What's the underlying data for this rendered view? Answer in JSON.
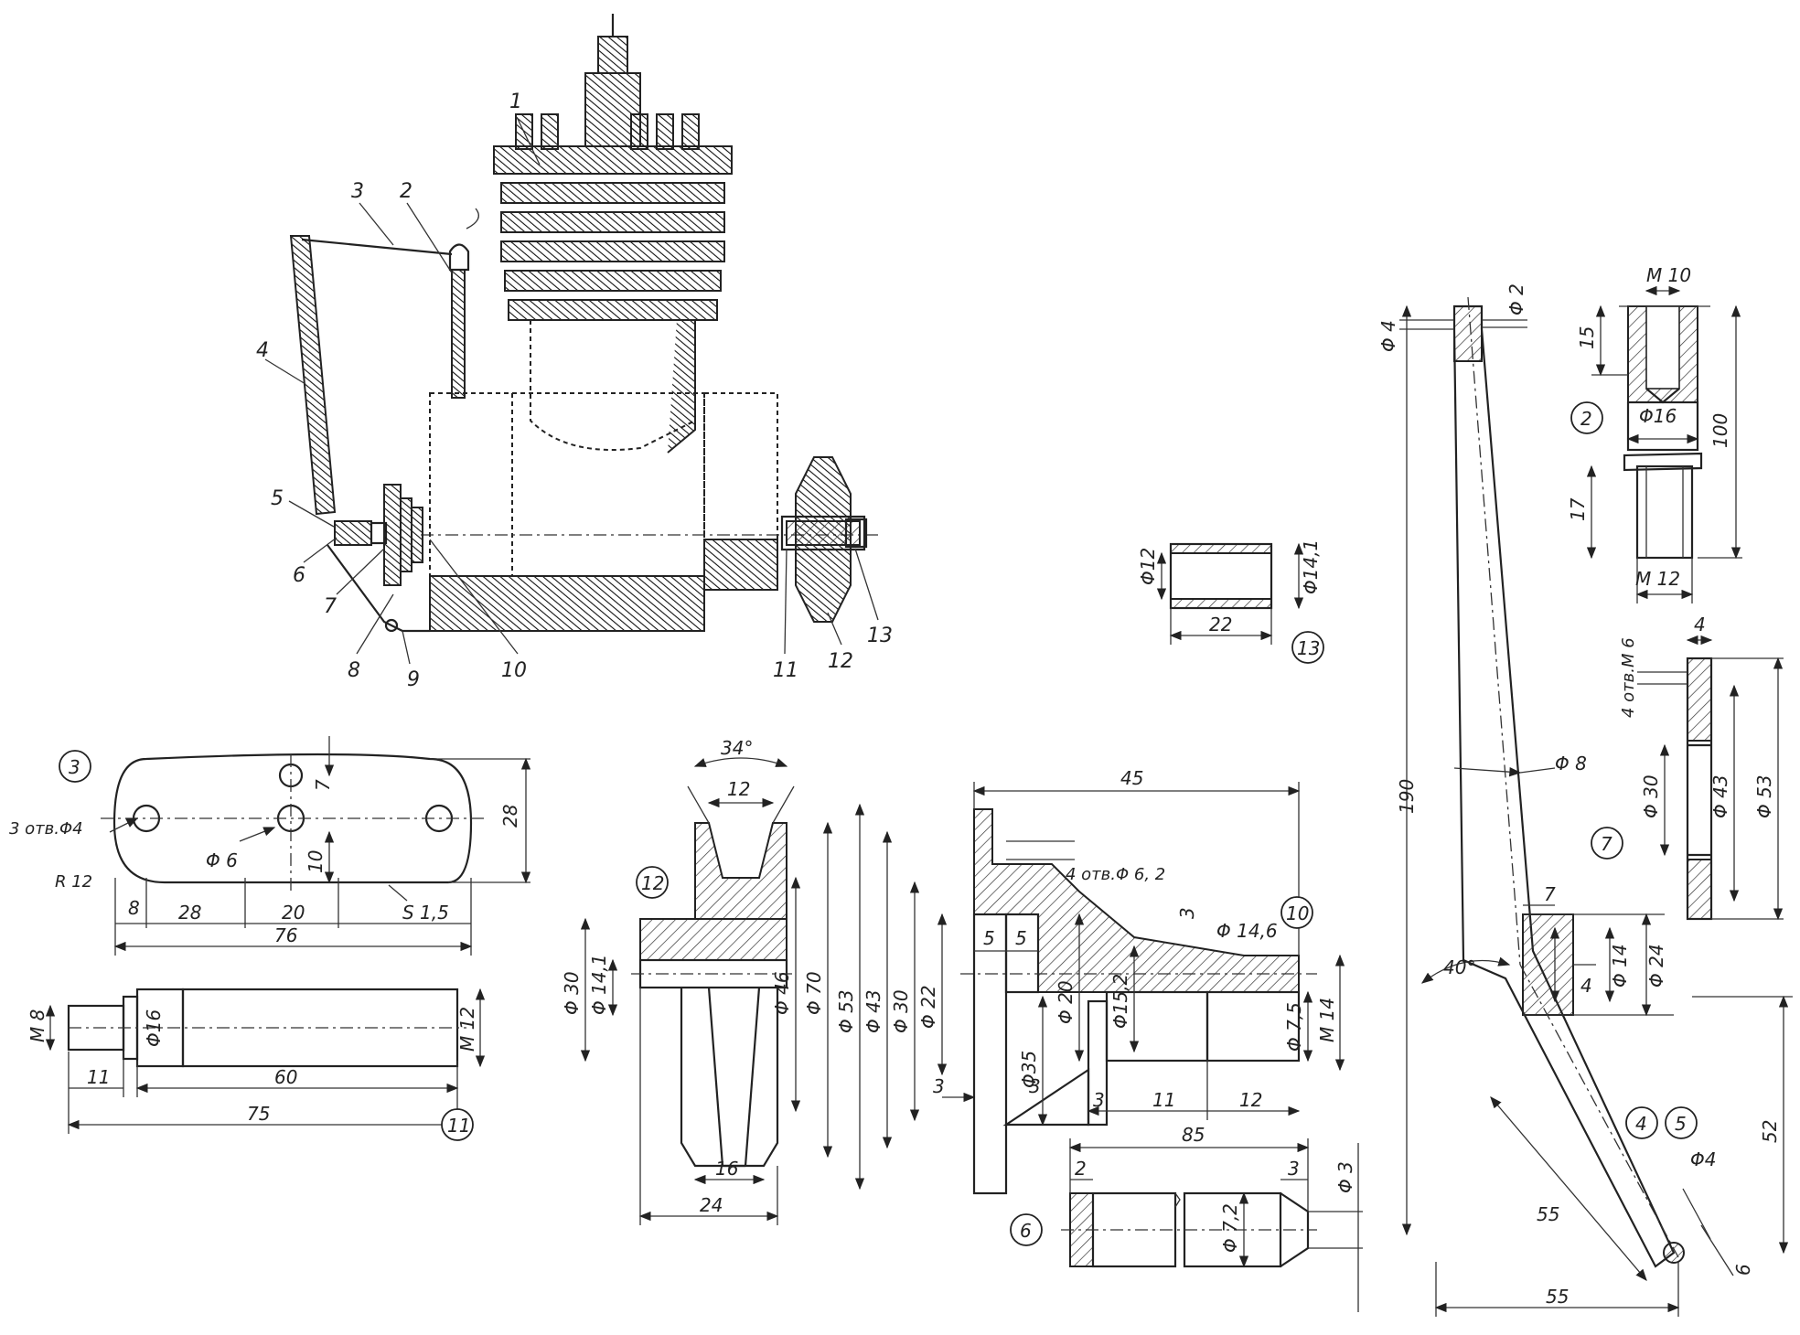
{
  "assembly": {
    "callouts": [
      "1",
      "2",
      "3",
      "4",
      "5",
      "6",
      "7",
      "8",
      "9",
      "10",
      "11",
      "12",
      "13"
    ]
  },
  "part13": {
    "id": "13",
    "d_inner": "Φ12",
    "d_outer": "Φ14,1",
    "length": "22"
  },
  "part2": {
    "id": "2",
    "thread_top": "M 10",
    "depth": "15",
    "dia": "Φ16",
    "length": "100",
    "thread_len": "17",
    "thread_bottom": "M 12"
  },
  "part7": {
    "id": "7",
    "width": "4",
    "holes": "4 отв.M 6",
    "d1": "Φ 30",
    "d2": "Φ 43",
    "d3": "Φ 53"
  },
  "part3": {
    "id": "3",
    "holes": "3 отв.Φ4",
    "radius": "R 12",
    "hole_dia": "Φ 6",
    "d8": "8",
    "d28": "28",
    "d20": "20",
    "d76": "76",
    "d7": "7",
    "d10": "10",
    "height": "28",
    "thickness": "S 1,5"
  },
  "part11": {
    "id": "11",
    "thread_left": "M 8",
    "dia": "Φ16",
    "thread_right": "M 12",
    "d11": "11",
    "d60": "60",
    "d75": "75"
  },
  "part12": {
    "id": "12",
    "angle": "34°",
    "groove": "12",
    "d30": "Φ 30",
    "d14": "Φ 14,1",
    "d46": "Φ 46",
    "d70": "Φ 70",
    "d16": "16",
    "d24": "24"
  },
  "part10": {
    "id": "10",
    "d45": "45",
    "holes": "4 отв.Φ 6, 2",
    "d3top": "3",
    "d146": "Φ 14,6",
    "d53": "Φ 53",
    "d43": "Φ 43",
    "d30": "Φ 30",
    "d22": "Φ 22",
    "d5a": "5",
    "d5b": "5",
    "d35": "Φ35",
    "d20": "Φ 20",
    "d152": "Φ15,2",
    "d75": "Φ 7,5",
    "m14": "M 14",
    "d3a": "3",
    "d3b": "3",
    "d3c": "3",
    "d11": "11",
    "d12": "12"
  },
  "part6": {
    "id": "6",
    "d85": "85",
    "d2": "2",
    "d3": "3",
    "dia3": "Φ 3",
    "dia72": "Φ 7,2"
  },
  "part45": {
    "id_a": "4",
    "id_b": "5",
    "d4": "Φ 4",
    "d2": "Φ 2",
    "d190": "190",
    "d8": "Φ 8",
    "angle": "40°",
    "d7": "7",
    "d4b": "4",
    "d14": "Φ 14",
    "d24": "Φ 24",
    "d52": "52",
    "d55a": "55",
    "d55b": "55",
    "d4c": "Φ4",
    "d6": "6"
  }
}
